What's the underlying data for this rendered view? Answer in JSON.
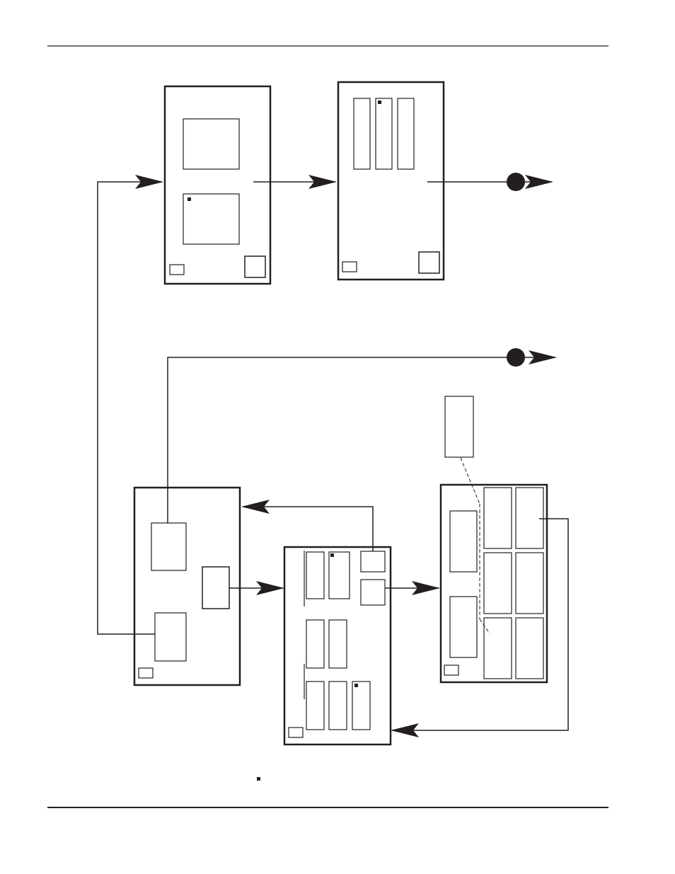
{
  "page": {
    "header_text": "",
    "footer_text": ""
  },
  "colors": {
    "ink": "#231f20",
    "background": "#ffffff"
  },
  "diagram": {
    "type": "circuit-board-block-diagram",
    "boards": [
      {
        "id": "board-upper-left",
        "label": ""
      },
      {
        "id": "board-upper-right",
        "label": ""
      },
      {
        "id": "board-lower-left",
        "label": ""
      },
      {
        "id": "board-lower-middle",
        "label": ""
      },
      {
        "id": "board-lower-right",
        "label": ""
      }
    ],
    "connectors": [
      {
        "id": "connector-upper",
        "label": ""
      },
      {
        "id": "connector-lower",
        "label": ""
      }
    ],
    "legend": {
      "marker": "pin-1-square",
      "text": ""
    }
  }
}
